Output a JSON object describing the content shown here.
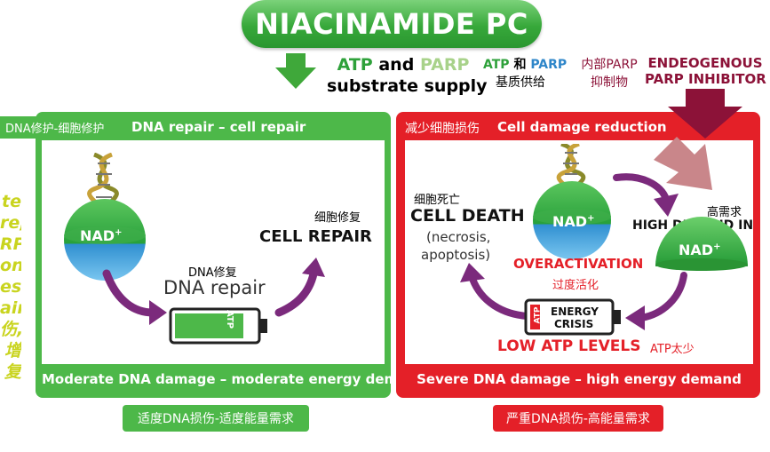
{
  "title": "NIACINAMIDE PC",
  "supply": {
    "atp": "ATP",
    "and": "and",
    "parp": "PARP",
    "line2": "substrate supply",
    "cn_atp": "ATP",
    "cn_and": "和",
    "cn_parp": "PARP",
    "cn_line2": "基质供给"
  },
  "inhibitor": {
    "cn1": "内部PARP",
    "cn2": "抑制物",
    "en1": "ENDEOGENOUS",
    "en2": "PARP INHIBITOR"
  },
  "side_text": [
    "te",
    "re,",
    "RP",
    "on",
    "es",
    "air",
    "伤,",
    "增",
    "复"
  ],
  "left": {
    "tag": "DNA修护-细胞修护",
    "header": "DNA repair – cell repair",
    "nad": "NAD",
    "nad_sup": "+",
    "repair_cn": "细胞修复",
    "repair_en": "CELL REPAIR",
    "dna_cn": "DNA修复",
    "dna_en": "DNA repair",
    "battery_label": "ATP",
    "footer": "Moderate DNA damage – moderate energy demand",
    "bottom_tag": "适度DNA损伤-适度能量需求",
    "battery_level": 0.85
  },
  "right": {
    "header_cn": "减少细胞损伤",
    "header_en": "Cell damage reduction",
    "death_cn": "细胞死亡",
    "death_en": "CELL DEATH",
    "death_sub1": "(necrosis,",
    "death_sub2": "apoptosis)",
    "nad": "NAD",
    "nad_sup": "+",
    "overactivation": "OVERACTIVATION",
    "overactivation_cn": "过度活化",
    "high_demand_cn": "高需求",
    "high_demand_en": "HIGH DEMAND IN",
    "nad2": "NAD",
    "nad2_sup": "+",
    "crisis1": "ENERGY",
    "crisis2": "CRISIS",
    "battery_label": "ATP",
    "low_atp": "LOW ATP LEVELS",
    "low_atp_cn": "ATP太少",
    "footer": "Severe DNA damage – high energy demand",
    "bottom_tag": "严重DNA损伤-高能量需求",
    "battery_level": 0.12
  },
  "colors": {
    "green": "#4db849",
    "red": "#e42028",
    "purple": "#7b2a7c",
    "maroon": "#8c1238"
  }
}
